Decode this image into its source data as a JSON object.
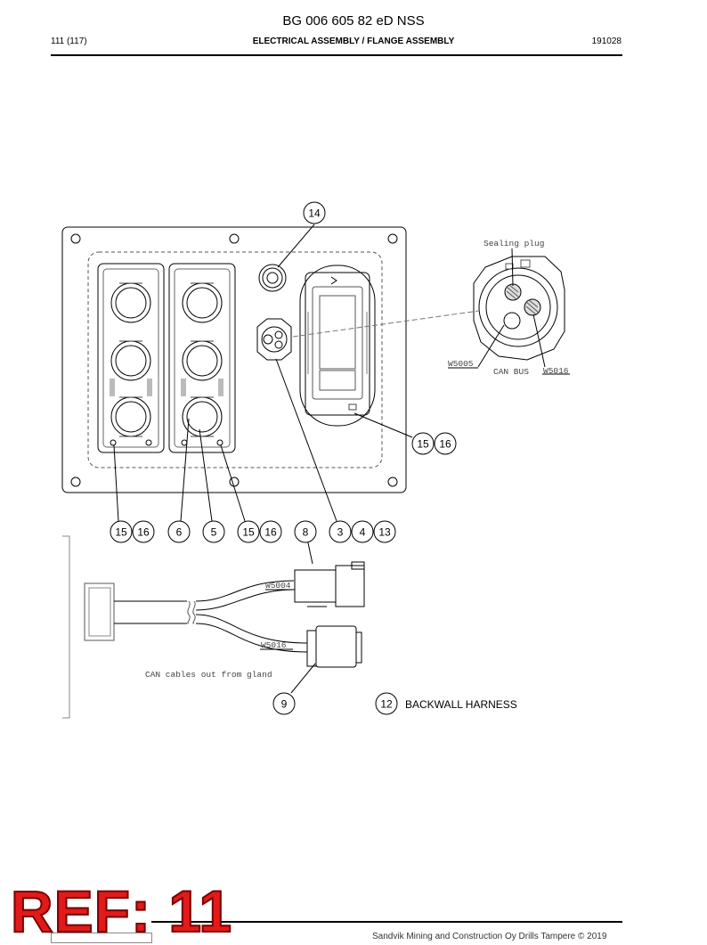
{
  "header": {
    "doc_title": "BG 006 605 82 eD NSS",
    "page": "111 (117)",
    "section": "ELECTRICAL ASSEMBLY / FLANGE ASSEMBLY",
    "date": "191028"
  },
  "drawing": {
    "callouts": {
      "top": "14",
      "c15a": "15",
      "c16a": "16",
      "c15b": "15",
      "c16b": "16",
      "c6": "6",
      "c5": "5",
      "c15c": "15",
      "c16c": "16",
      "c8": "8",
      "c3": "3",
      "c4": "4",
      "c13": "13",
      "c9": "9",
      "c12": "12"
    },
    "labels": {
      "sealing_plug": "Sealing plug",
      "w5005": "W5005",
      "can_bus": "CAN BUS",
      "w5016_top": "W5016",
      "w5004": "W5004",
      "w5016_bottom": "W5016",
      "can_cables": "CAN cables out from gland",
      "backwall": "BACKWALL HARNESS"
    }
  },
  "watermark": "REF: 11",
  "footer": "Sandvik Mining and Construction Oy Drills Tampere © 2019"
}
